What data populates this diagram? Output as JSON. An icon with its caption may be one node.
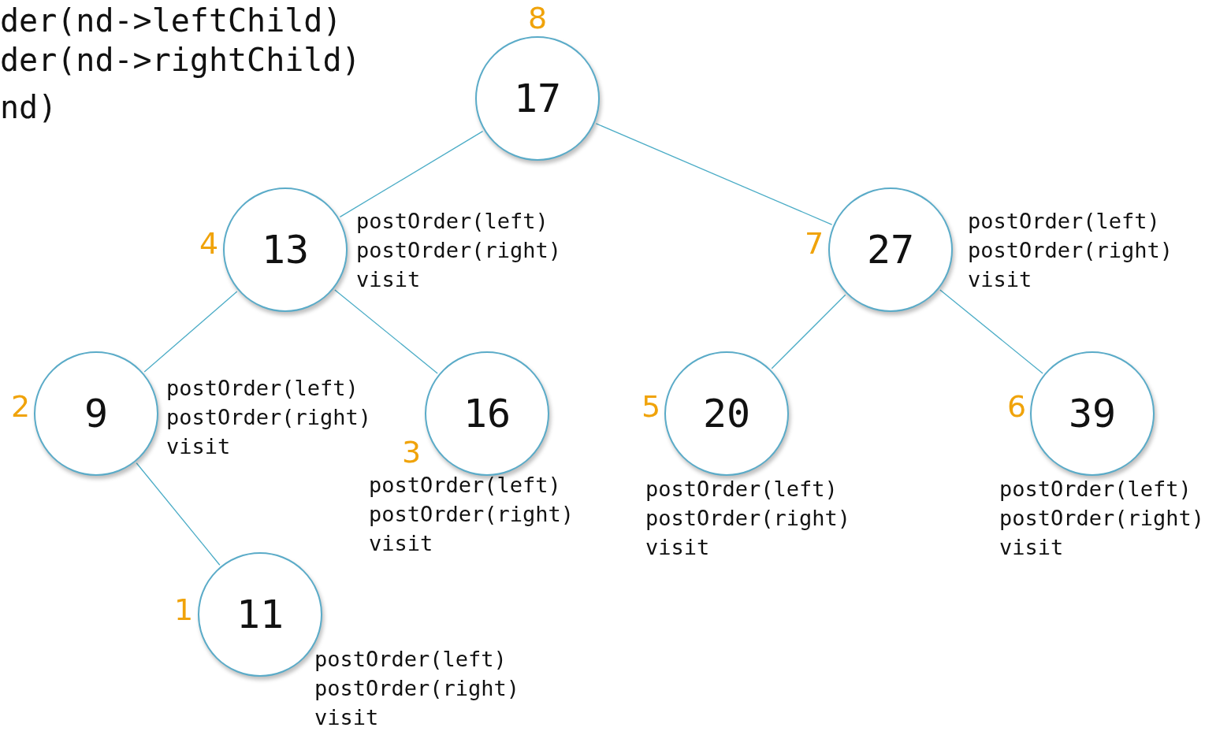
{
  "diagram": {
    "nodes": [
      {
        "text": [
          "17"
        ],
        "beside": [
          "8"
        ]
      },
      {
        "text": [
          "13"
        ],
        "beside": [
          "4",
          "postOrder(left) postOrder(right) visit"
        ]
      },
      {
        "text": [
          "27"
        ],
        "beside": [
          "7",
          "postOrder(left) postOrder(right) visit"
        ]
      },
      {
        "text": [
          "9"
        ],
        "beside": [
          "2",
          "postOrder(left) postOrder(right) visit"
        ]
      },
      {
        "text": [
          "16"
        ],
        "beside": [
          "3",
          "postOrder(left) postOrder(right) visit"
        ]
      },
      {
        "text": [
          "20"
        ],
        "beside": [
          "5",
          "postOrder(left) postOrder(right) visit"
        ]
      },
      {
        "text": [
          "39"
        ],
        "beside": [
          "6",
          "postOrder(left) postOrder(right) visit"
        ]
      },
      {
        "text": [
          "11"
        ],
        "beside": [
          "1",
          "postOrder(left) postOrder(right) visit"
        ]
      }
    ],
    "edges": [
      {
        "from": 0,
        "to": 1,
        "arrow": "none"
      },
      {
        "from": 0,
        "to": 2,
        "arrow": "none"
      },
      {
        "from": 1,
        "to": 3,
        "arrow": "none"
      },
      {
        "from": 1,
        "to": 4,
        "arrow": "none"
      },
      {
        "from": 2,
        "to": 5,
        "arrow": "none"
      },
      {
        "from": 2,
        "to": 6,
        "arrow": "none"
      },
      {
        "from": 3,
        "to": 7,
        "arrow": "none"
      }
    ],
    "labels": [
      "der(nd->leftChild)",
      "der(nd->rightChild)",
      "nd)"
    ]
  }
}
